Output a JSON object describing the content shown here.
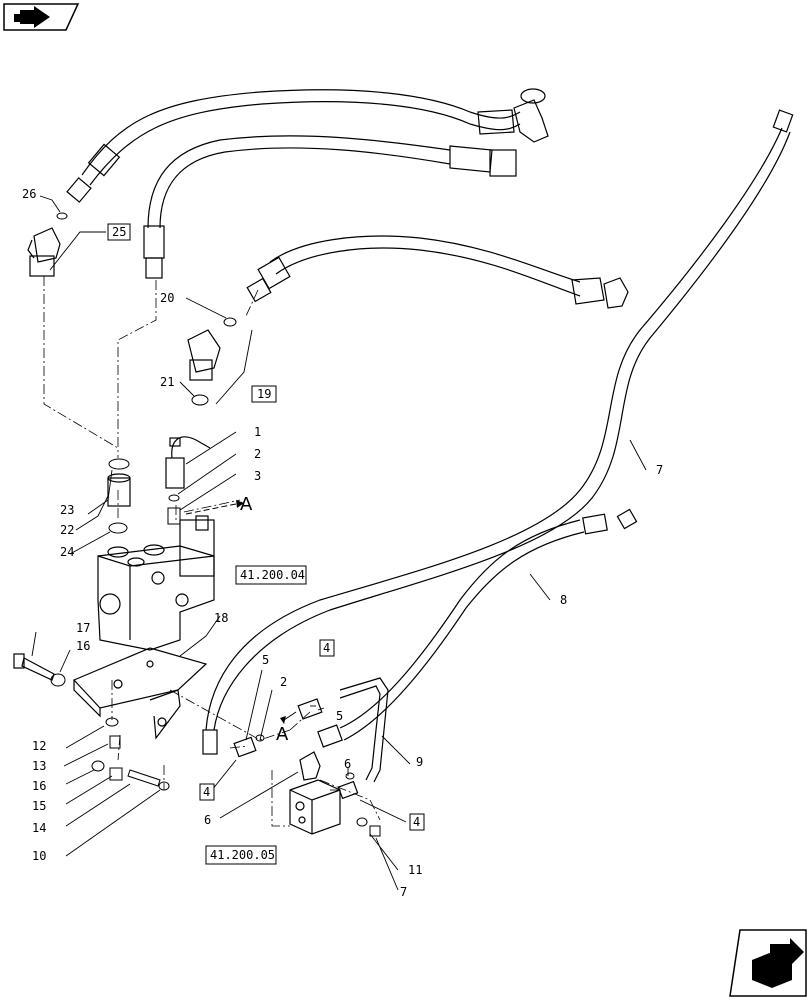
{
  "nav": {
    "top_left_icon": "previous-page-arrow-icon",
    "bottom_right_icon": "next-page-arrow-icon"
  },
  "callouts": {
    "c1": "1",
    "c2": "2",
    "c3": "3",
    "c5": "5",
    "c2b": "2",
    "c5b": "5",
    "c6": "6",
    "c6b": "6",
    "c7": "7",
    "c7b": "7",
    "c8": "8",
    "c9": "9",
    "c10": "10",
    "c11": "11",
    "c12": "12",
    "c13": "13",
    "c14": "14",
    "c15": "15",
    "c16": "16",
    "c16b": "16",
    "c17": "17",
    "c18": "18",
    "c20": "20",
    "c21": "21",
    "c22": "22",
    "c23": "23",
    "c24": "24",
    "c26": "26"
  },
  "boxed_refs": {
    "r25": "25",
    "r19": "19",
    "r4a": "4",
    "r4b": "4",
    "r4c": "4"
  },
  "section_refs": {
    "s1": "41.200.04",
    "s2": "41.200.05"
  },
  "annotations": {
    "a1": "A",
    "a2": "A"
  }
}
